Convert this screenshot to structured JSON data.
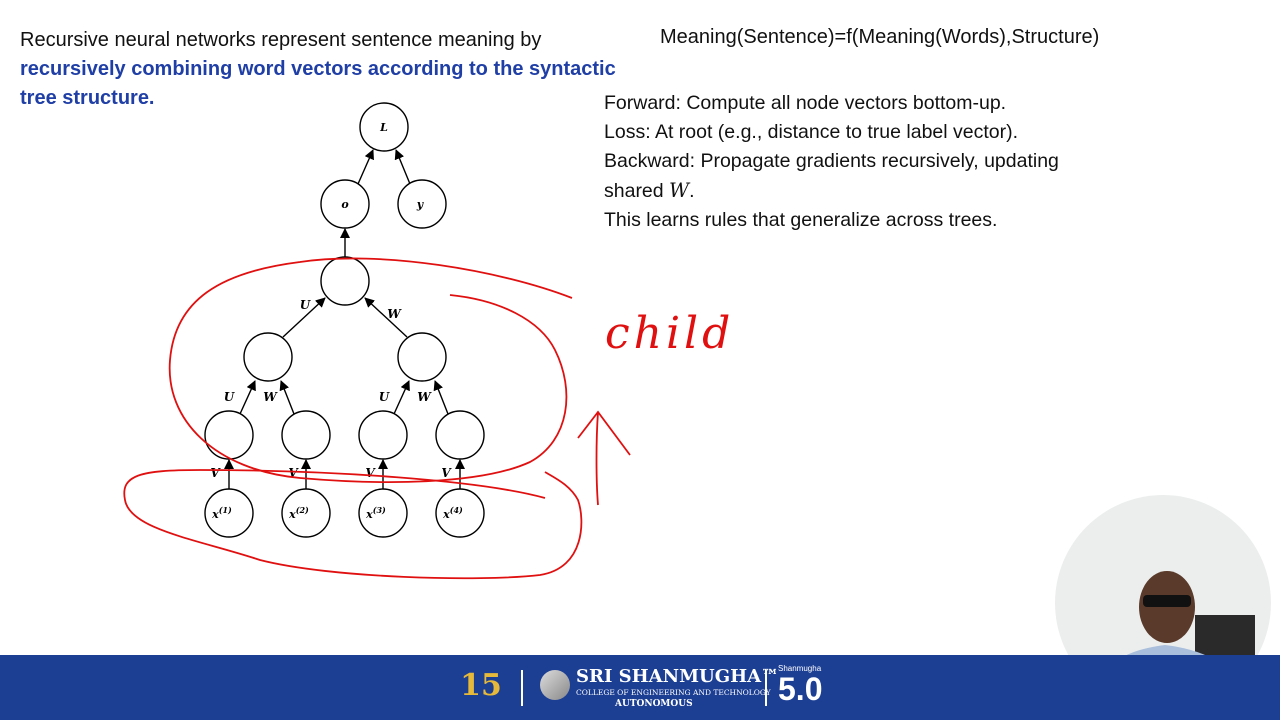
{
  "intro": {
    "plain": "Recursive neural networks represent sentence meaning by",
    "highlight": "recursively combining word vectors according to the syntactic tree structure."
  },
  "formula": "Meaning(Sentence)=f(Meaning(Words),Structure)",
  "steps": {
    "forward": "Forward: Compute all node vectors bottom-up.",
    "loss": "Loss: At root (e.g., distance to true label vector).",
    "backward_1": "Backward: Propagate gradients recursively, updating",
    "backward_2": "shared",
    "backward_var": "W",
    "backward_end": ".",
    "summary": "This learns rules that generalize across trees."
  },
  "diagram": {
    "nodes": {
      "loss": "L",
      "output": "o",
      "target": "y",
      "x1": "x",
      "x2": "x",
      "x3": "x",
      "x4": "x",
      "sup1": "(1)",
      "sup2": "(2)",
      "sup3": "(3)",
      "sup4": "(4)"
    },
    "edges": {
      "u": "U",
      "w": "W",
      "v": "V"
    }
  },
  "annotation": {
    "handwritten": "child",
    "color": "#e01010"
  },
  "footer": {
    "badge": "15",
    "college_name": "SRI SHANMUGHA™",
    "college_sub": "COLLEGE OF ENGINEERING AND TECHNOLOGY",
    "autonomous": "AUTONOMOUS",
    "s50_title": "Shanmugha",
    "s50_num": "5.0",
    "background": "#1c3f94"
  }
}
